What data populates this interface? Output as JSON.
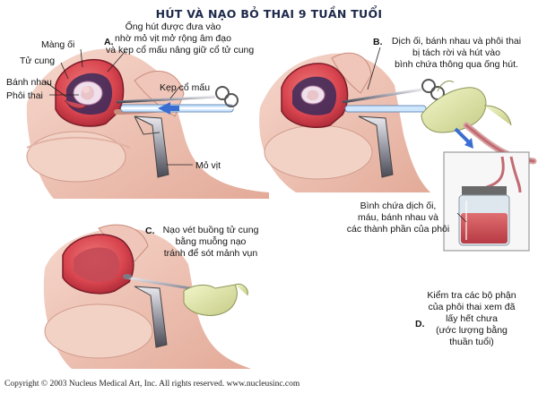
{
  "title": "HÚT VÀ NẠO BỎ THAI 9 TUẦN TUỔI",
  "panel_a": {
    "letter": "A.",
    "caption": [
      "Ống hút được đưa vào",
      "nhờ mỏ vịt mở rộng âm đạo",
      "và kẹp cổ mấu nâng giữ cổ tử cung"
    ],
    "labels": {
      "mang_oi": "Màng ối",
      "tu_cung": "Tử cung",
      "banh_nhau": "Bánh nhau",
      "phoi_thai": "Phôi thai",
      "kep_co_mau": "Kẹp cổ mấu",
      "mo_vit": "Mỏ vịt"
    }
  },
  "panel_b": {
    "letter": "B.",
    "caption": [
      "Dịch ối, bánh nhau và phôi thai",
      "bị tách rời và hút vào",
      "bình chứa thông qua ống hút."
    ],
    "jar_caption": [
      "Bình chứa dịch ối,",
      "máu, bánh nhau và",
      "các thành phần của phôi"
    ]
  },
  "panel_c": {
    "letter": "C.",
    "caption": [
      "Nạo vét buồng tử cung",
      "bằng muỗng nạo",
      "tránh để sót mảnh vụn"
    ]
  },
  "panel_d": {
    "letter": "D.",
    "caption": [
      "Kiểm tra các bộ phận",
      "của phôi thai xem đã",
      "lấy hết chưa",
      "(ước lượng bằng",
      "thuần tuổi)"
    ]
  },
  "copyright": "Copyright © 2003 Nucleus Medical Art, Inc. All rights reserved. www.nucleusinc.com"
}
